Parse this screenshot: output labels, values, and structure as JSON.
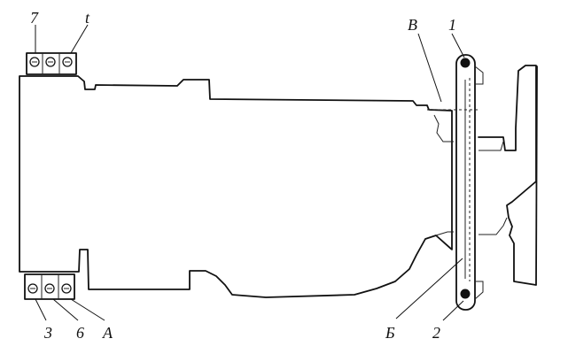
{
  "labels": {
    "top_left_a": "7",
    "top_left_b": "t",
    "bottom_left_a": "3",
    "bottom_left_b": "6",
    "bottom_left_c": "A",
    "top_right_v": "В",
    "top_right_1": "1",
    "bottom_right_b": "Б",
    "bottom_right_2": "2"
  },
  "colors": {
    "ink": "#111111",
    "paper": "#ffffff"
  }
}
